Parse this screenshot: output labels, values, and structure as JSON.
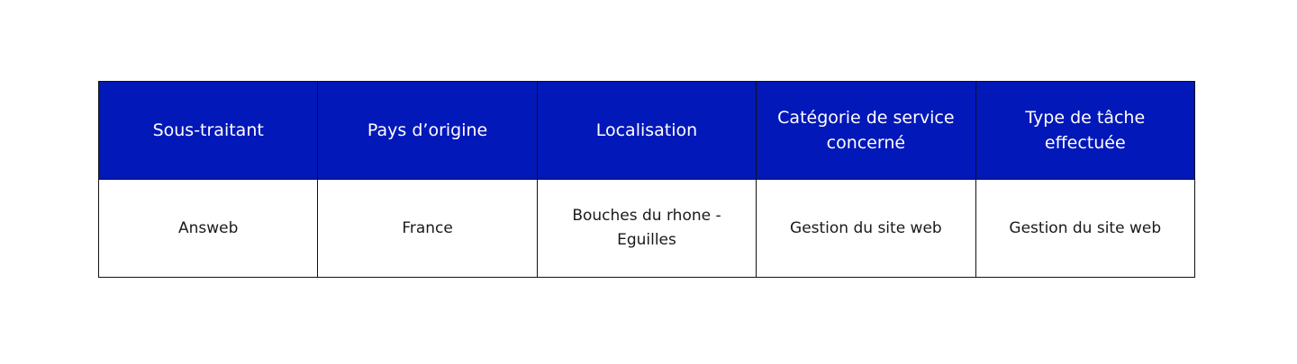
{
  "table": {
    "headers": [
      "Sous-traitant",
      "Pays d’origine",
      "Localisation",
      "Catégorie de service concerné",
      "Type de tâche effectuée"
    ],
    "rows": [
      [
        "Answeb",
        "France",
        "Bouches du rhone - Eguilles",
        "Gestion du site web",
        "Gestion du site web"
      ]
    ]
  },
  "colors": {
    "header_bg": "#0318B8",
    "header_text": "#ffffff",
    "border": "#111111"
  }
}
